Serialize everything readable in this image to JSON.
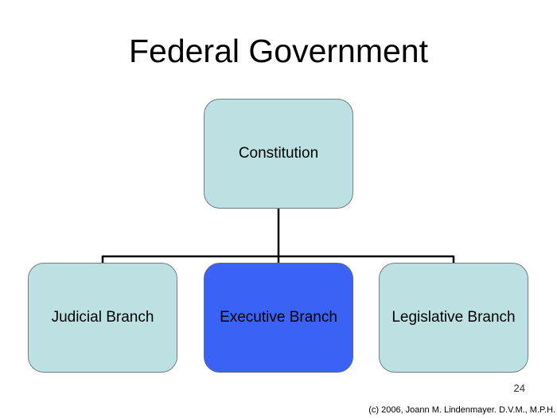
{
  "title": "Federal Government",
  "nodes": {
    "root": {
      "label": "Constitution"
    },
    "children": [
      {
        "label": "Judicial Branch",
        "state": "normal"
      },
      {
        "label": "Executive Branch",
        "state": "selected"
      },
      {
        "label": "Legislative Branch",
        "state": "normal"
      }
    ]
  },
  "colors": {
    "node_fill": "#bde0e3",
    "selected_fill": "#3a63f5",
    "connector": "#000000"
  },
  "footer": {
    "page_number": "24",
    "copyright": "(c) 2006, Joann M. Lindenmayer. D.V.M., M.P.H."
  }
}
